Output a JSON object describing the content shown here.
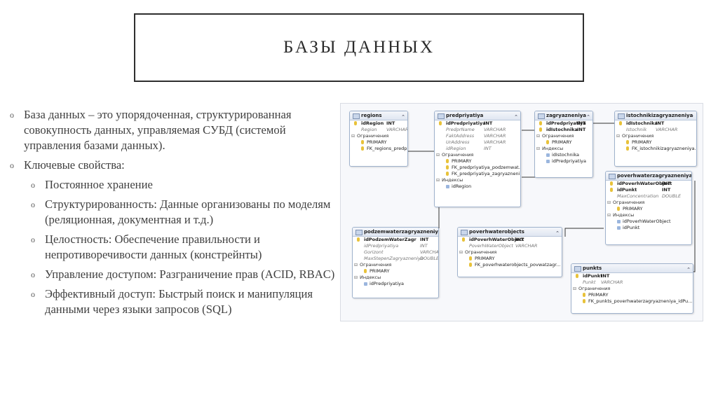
{
  "slide": {
    "title": "БАЗЫ ДАННЫХ"
  },
  "bullets": [
    {
      "level": 1,
      "text": "База данных – это упорядоченная, структурированная совокупность данных, управляемая СУБД (системой управления базами данных)."
    },
    {
      "level": 1,
      "text": "Ключевые свойства:"
    },
    {
      "level": 2,
      "text": "Постоянное хранение"
    },
    {
      "level": 2,
      "text": "Структурированность: Данные организованы по моделям (реляционная, документная и т.д.)"
    },
    {
      "level": 2,
      "text": "Целостность: Обеспечение правильности и непротиворечивости данных (констрейнты)"
    },
    {
      "level": 2,
      "text": "Управление доступом: Разграничение прав (ACID, RBAC)"
    },
    {
      "level": 2,
      "text": "Эффективный доступ: Быстрый поиск и манипуляция данными через языки запросов (SQL)"
    }
  ],
  "bullet_mark": "o",
  "diagram": {
    "tables": {
      "regions": {
        "name": "regions",
        "pk": {
          "name": "idRegion",
          "type": "INT"
        },
        "cols": [
          {
            "name": "Region",
            "type": "VARCHAR"
          }
        ],
        "constraints_label": "Ограничения",
        "constraints": [
          "PRIMARY",
          "FK_regions_predpriyati..."
        ]
      },
      "predpriyatiya": {
        "name": "predpriyatiya",
        "pk": {
          "name": "idPredpriyatiya",
          "type": "INT"
        },
        "cols": [
          {
            "name": "PredprName",
            "type": "VARCHAR"
          },
          {
            "name": "FaktAddress",
            "type": "VARCHAR"
          },
          {
            "name": "UrAddress",
            "type": "VARCHAR"
          },
          {
            "name": "idRegion",
            "type": "INT"
          }
        ],
        "constraints_label": "Ограничения",
        "constraints": [
          "PRIMARY",
          "FK_predpriyatiya_podzemwat...",
          "FK_predpriyatiya_zagryazneni..."
        ],
        "indexes_label": "Индексы",
        "indexes": [
          "idRegion"
        ]
      },
      "zagryazneniya": {
        "name": "zagryazneniya",
        "pk": {
          "name": "idPredpriyatiya",
          "type": "INT"
        },
        "pk2": {
          "name": "idIstochnika",
          "type": "INT"
        },
        "constraints_label": "Ограничения",
        "constraints": [
          "PRIMARY"
        ],
        "indexes_label": "Индексы",
        "indexes": [
          "idIstochnika",
          "idPredpriyatiya"
        ]
      },
      "istochnikizagryazneniya": {
        "name": "istochnikizagryazneniya",
        "pk": {
          "name": "idIstochnika",
          "type": "INT"
        },
        "cols": [
          {
            "name": "Istochnik",
            "type": "VARCHAR"
          }
        ],
        "constraints_label": "Ограничения",
        "constraints": [
          "PRIMARY",
          "FK_istochnikizagryazneniya..."
        ]
      },
      "poverhwaterzagryazneniya": {
        "name": "poverhwaterzagryazneniya",
        "pk": {
          "name": "idPoverhWaterObject",
          "type": "INT"
        },
        "pk2": {
          "name": "idPunkt",
          "type": "INT"
        },
        "cols": [
          {
            "name": "MaxConcentration",
            "type": "DOUBLE"
          }
        ],
        "constraints_label": "Ограничения",
        "constraints": [
          "PRIMARY"
        ],
        "indexes_label": "Индексы",
        "indexes": [
          "idPoverhWaterObject",
          "idPunkt"
        ]
      },
      "podzemwaterzagryazneniya": {
        "name": "podzemwaterzagryazneniya",
        "pk": {
          "name": "idPodzemWaterZagr",
          "type": "INT"
        },
        "cols": [
          {
            "name": "idPredpriyatiya",
            "type": "INT"
          },
          {
            "name": "Gorizont",
            "type": "VARCHAR"
          },
          {
            "name": "MaxStepenZagryazneniya",
            "type": "DOUBLE"
          }
        ],
        "constraints_label": "Ограничения",
        "constraints": [
          "PRIMARY"
        ],
        "indexes_label": "Индексы",
        "indexes": [
          "idPredpriyatiya"
        ]
      },
      "poverhwaterobjects": {
        "name": "poverhwaterobjects",
        "pk": {
          "name": "idPoverhWaterObject",
          "type": "INT"
        },
        "cols": [
          {
            "name": "PoverhWaterObject",
            "type": "VARCHAR"
          }
        ],
        "constraints_label": "Ограничения",
        "constraints": [
          "PRIMARY",
          "FK_poverhwaterobjects_povwatzagr..."
        ]
      },
      "punkts": {
        "name": "punkts",
        "pk": {
          "name": "idPunkt",
          "type": "INT"
        },
        "cols": [
          {
            "name": "Punkt",
            "type": "VARCHAR"
          }
        ],
        "constraints_label": "Ограничения",
        "constraints": [
          "PRIMARY",
          "FK_punkts_poverhwaterzagryazneniya_idPu..."
        ]
      }
    }
  }
}
